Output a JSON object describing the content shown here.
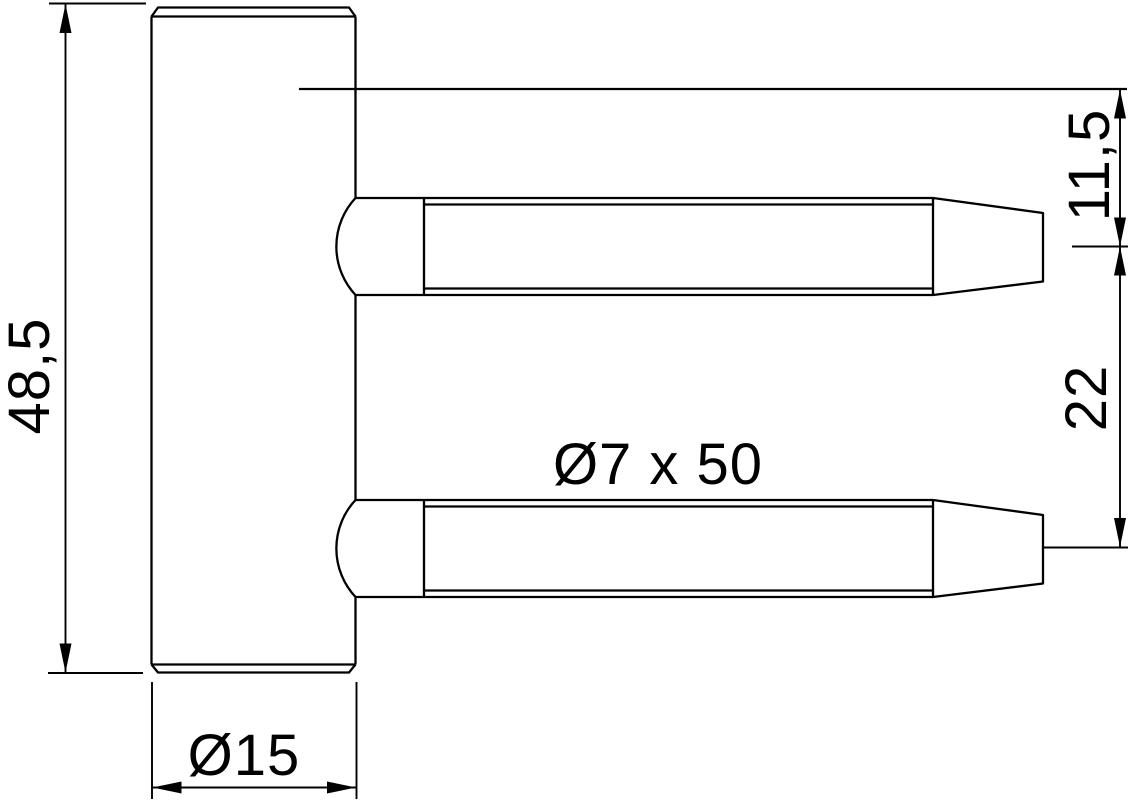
{
  "drawing": {
    "type": "technical-dimension-drawing",
    "background": "#ffffff",
    "line_color": "#000000",
    "labels": {
      "overall_height": "48,5",
      "barrel_diameter": "Ø15",
      "pin_spec": "Ø7 x 50",
      "top_offset": "11,5",
      "pin_spacing": "22"
    }
  }
}
